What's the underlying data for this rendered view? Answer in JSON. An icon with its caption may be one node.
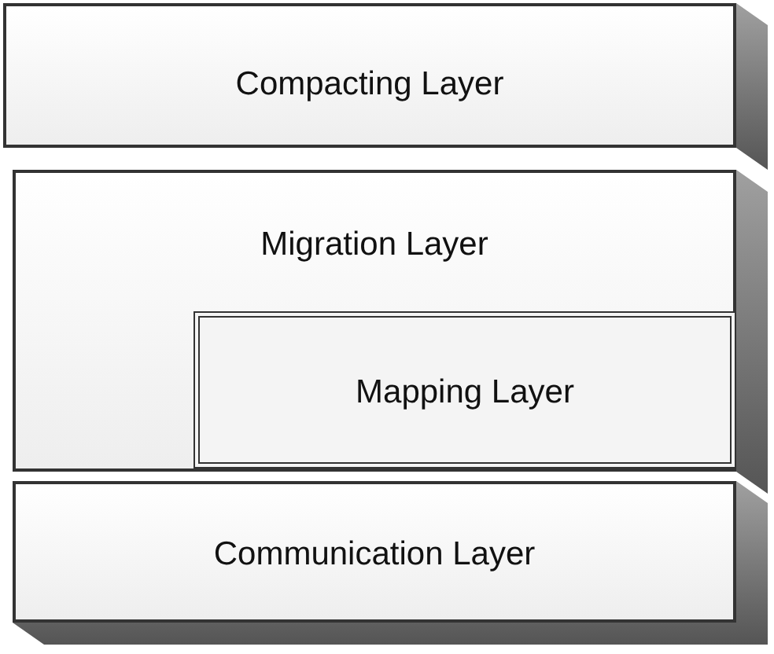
{
  "diagram": {
    "nodes": [
      {
        "text": [
          "Compacting Layer"
        ]
      },
      {
        "text": [
          "Migration Layer"
        ]
      },
      {
        "text": [
          "Mapping Layer"
        ],
        "in": 1
      },
      {
        "text": [
          "Communication Layer"
        ]
      }
    ]
  }
}
